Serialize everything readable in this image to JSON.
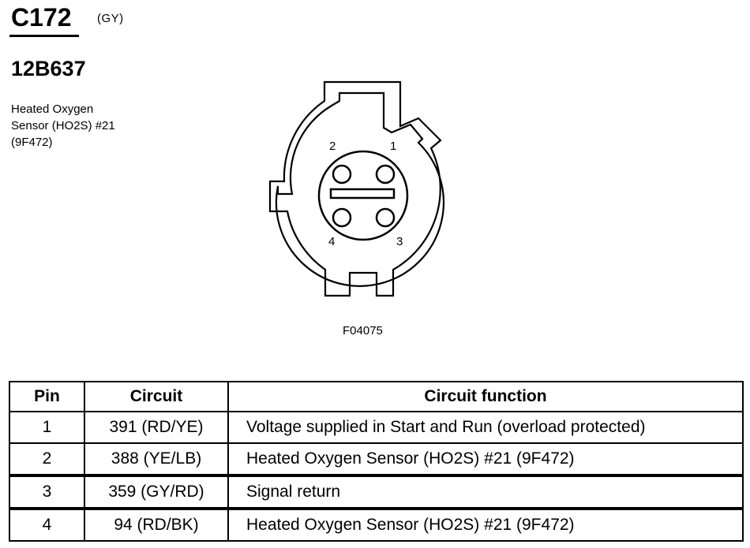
{
  "header": {
    "connector_id": "C172",
    "color_code": "(GY)",
    "part_number": "12B637",
    "component": [
      "Heated Oxygen",
      "Sensor (HO2S) #21",
      "(9F472)"
    ]
  },
  "diagram": {
    "figure_code": "F04075",
    "pin_labels": {
      "p1": "1",
      "p2": "2",
      "p3": "3",
      "p4": "4"
    }
  },
  "table": {
    "headers": {
      "pin": "Pin",
      "circuit": "Circuit",
      "function": "Circuit function"
    },
    "rows": [
      {
        "pin": "1",
        "circuit": "391 (RD/YE)",
        "function": "Voltage supplied in Start and Run (overload protected)"
      },
      {
        "pin": "2",
        "circuit": "388 (YE/LB)",
        "function": "Heated Oxygen Sensor (HO2S) #21 (9F472)"
      },
      {
        "pin": "3",
        "circuit": "359 (GY/RD)",
        "function": "Signal return"
      },
      {
        "pin": "4",
        "circuit": "94 (RD/BK)",
        "function": "Heated Oxygen Sensor (HO2S) #21 (9F472)"
      }
    ]
  }
}
